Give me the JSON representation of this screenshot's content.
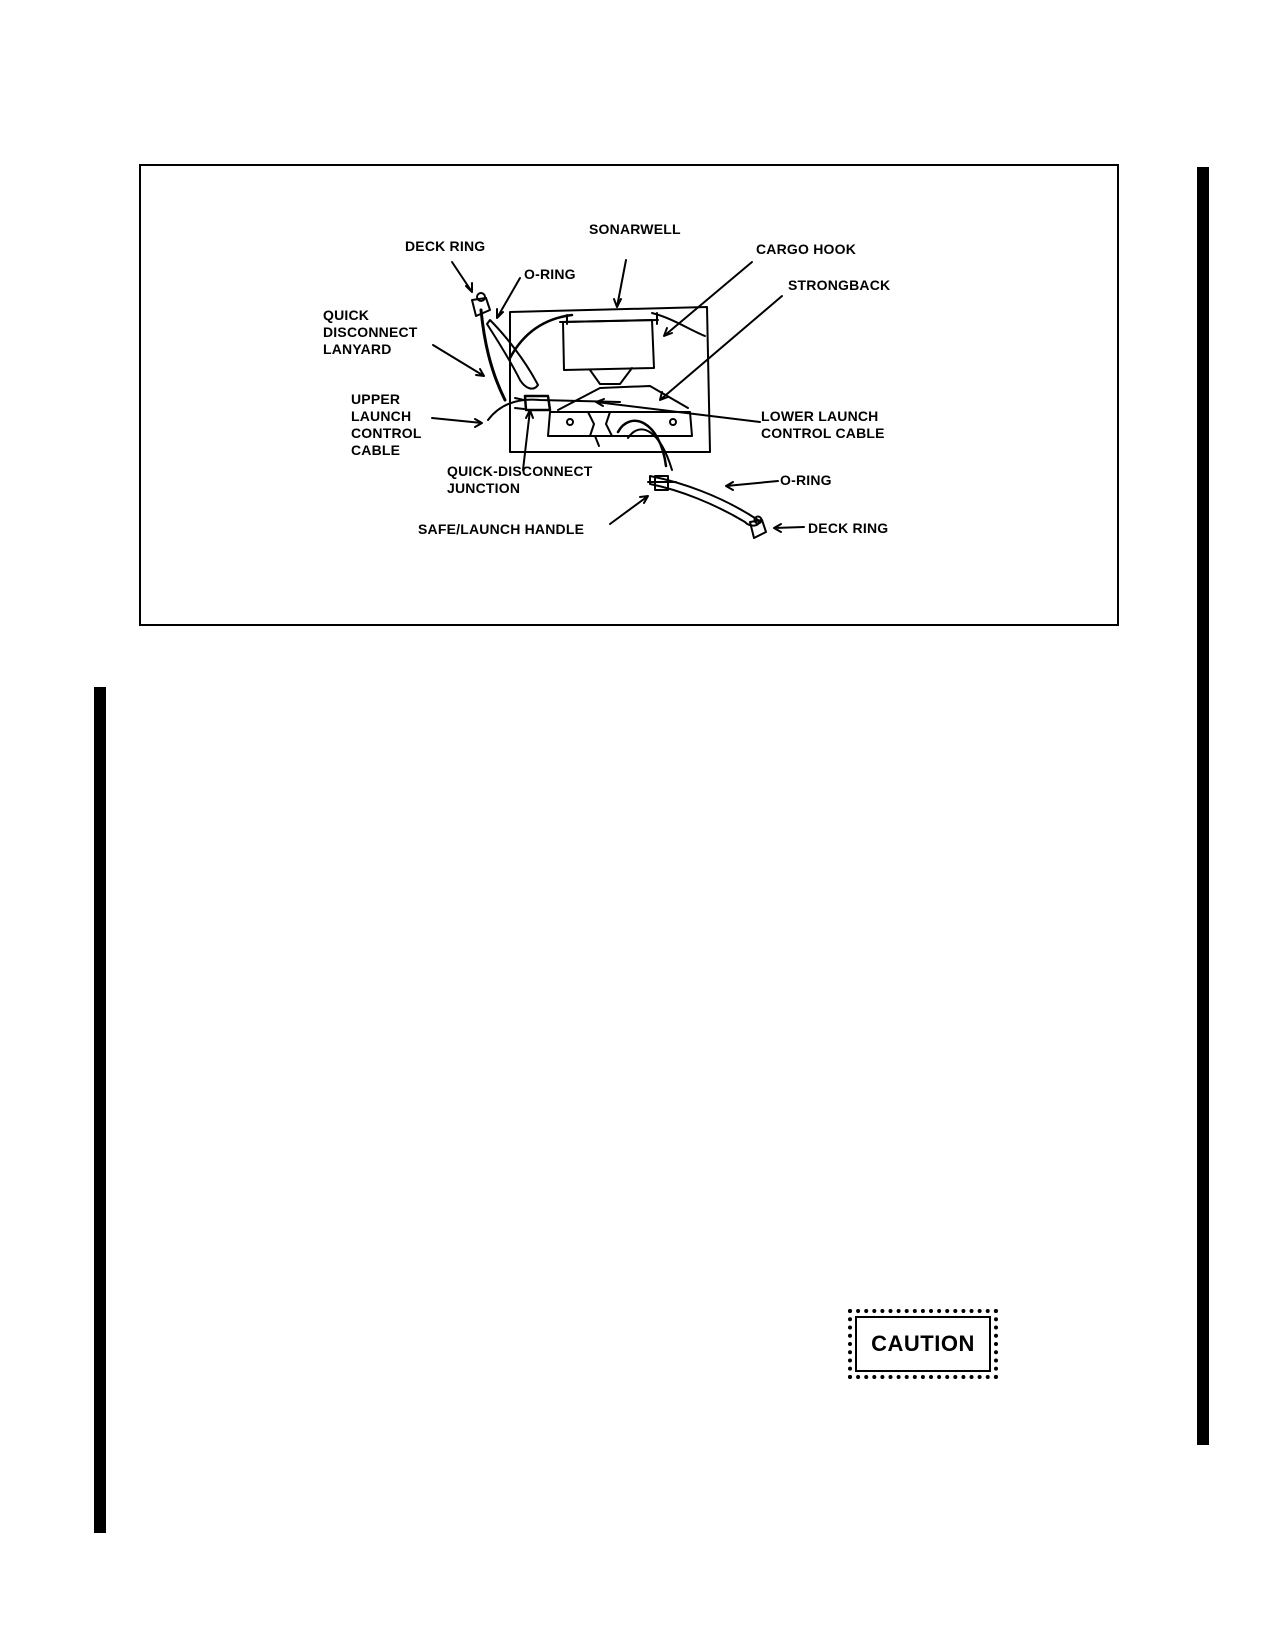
{
  "figure": {
    "labels": {
      "deck_ring_top": "DECK RING",
      "sonarwell": "SONARWELL",
      "cargo_hook": "CARGO HOOK",
      "o_ring_top": "O-RING",
      "strongback": "STRONGBACK",
      "quick_disconnect_lanyard": "QUICK\nDISCONNECT\nLANYARD",
      "upper_launch_control_cable": "UPPER\nLAUNCH\nCONTROL\nCABLE",
      "lower_launch_control_cable": "LOWER LAUNCH\nCONTROL CABLE",
      "quick_disconnect_junction": "QUICK-DISCONNECT\nJUNCTION",
      "o_ring_bottom": "O-RING",
      "safe_launch_handle": "SAFE/LAUNCH HANDLE",
      "deck_ring_bottom": "DECK RING"
    }
  },
  "caution": {
    "label": "CAUTION"
  }
}
